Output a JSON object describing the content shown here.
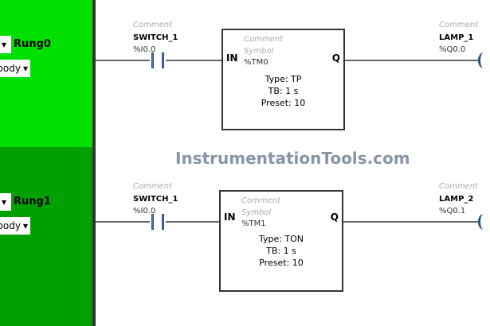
{
  "watermark": "InstrumentationTools.com",
  "rungs": [
    {
      "name": "Rung0",
      "type": "body",
      "contact": {
        "comment": "Comment",
        "symbol": "SWITCH_1",
        "address": "%I0.0"
      },
      "block": {
        "comment": "Comment",
        "symbol": "Symbol",
        "address": "%TM0",
        "in": "IN",
        "q": "Q",
        "type": "Type: TP",
        "tb": "TB: 1 s",
        "preset": "Preset: 10"
      },
      "coil": {
        "comment": "Comment",
        "symbol": "LAMP_1",
        "address": "%Q0.0"
      }
    },
    {
      "name": "Rung1",
      "type": "body",
      "contact": {
        "comment": "Comment",
        "symbol": "SWITCH_1",
        "address": "%I0.0"
      },
      "block": {
        "comment": "Comment",
        "symbol": "Symbol",
        "address": "%TM1",
        "in": "IN",
        "q": "Q",
        "type": "Type: TON",
        "tb": "TB: 1 s",
        "preset": "Preset: 10"
      },
      "coil": {
        "comment": "Comment",
        "symbol": "LAMP_2",
        "address": "%Q0.1"
      }
    }
  ],
  "icons": {
    "dropdown": "▾"
  }
}
